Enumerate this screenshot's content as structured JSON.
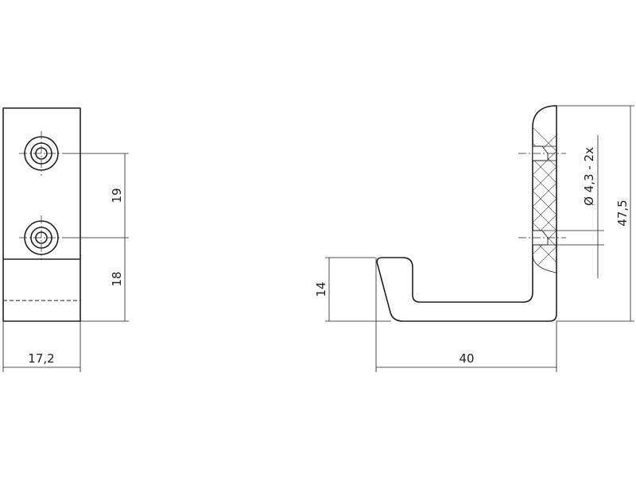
{
  "front_view": {
    "hole_spacing": "19",
    "hook_height": "18",
    "width": "17,2"
  },
  "side_view": {
    "hook_lip": "14",
    "depth": "40",
    "total_height": "47,5",
    "hole_callout": "Ø 4,3 - 2x"
  }
}
